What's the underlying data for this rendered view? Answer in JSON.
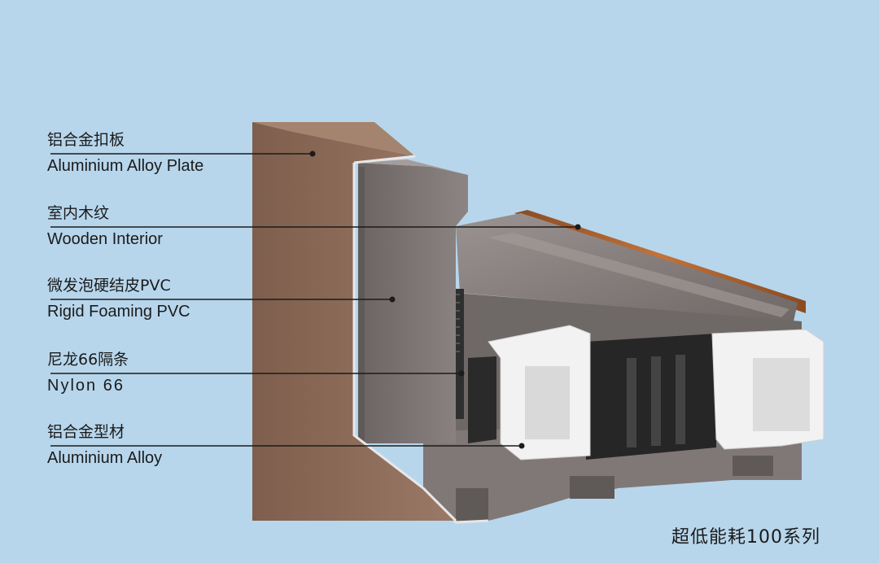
{
  "labels": [
    {
      "cn": "铝合金扣板",
      "en": "Aluminium Alloy Plate"
    },
    {
      "cn": "室内木纹",
      "en": "Wooden Interior"
    },
    {
      "cn": "微发泡硬结皮PVC",
      "en": "Rigid Foaming PVC"
    },
    {
      "cn": "尼龙66隔条",
      "en": "Nylon 66"
    },
    {
      "cn": "铝合金型材",
      "en": "Aluminium Alloy"
    }
  ],
  "caption": "超低能耗100系列",
  "colors": {
    "background": "#b7d6ec",
    "alloy_plate": "#8a6a58",
    "profile": "#7b7472",
    "pvc_white": "#f4f4f4",
    "nylon": "#2a2a2a",
    "wood": "#b5652f"
  }
}
